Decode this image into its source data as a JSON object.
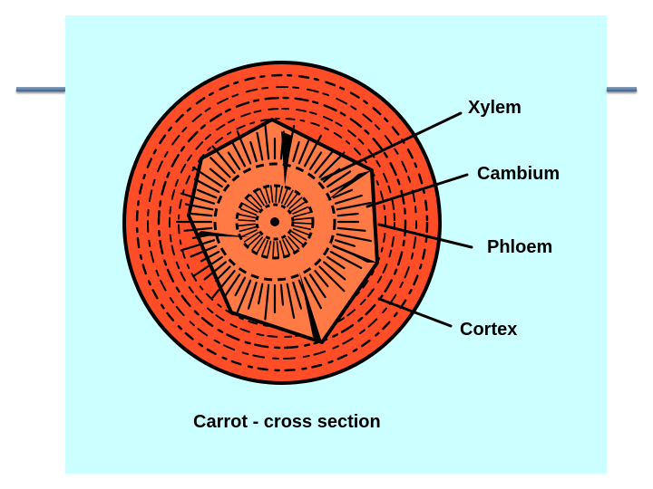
{
  "labels": {
    "xylem": "Xylem",
    "cambium": "Cambium",
    "phloem": "Phloem",
    "cortex": "Cortex"
  },
  "caption": "Carrot - cross section",
  "colors": {
    "panel": "#ccffff",
    "cortex": "#ff4e27",
    "inner": "#ff7a44",
    "outline": "#000000"
  }
}
